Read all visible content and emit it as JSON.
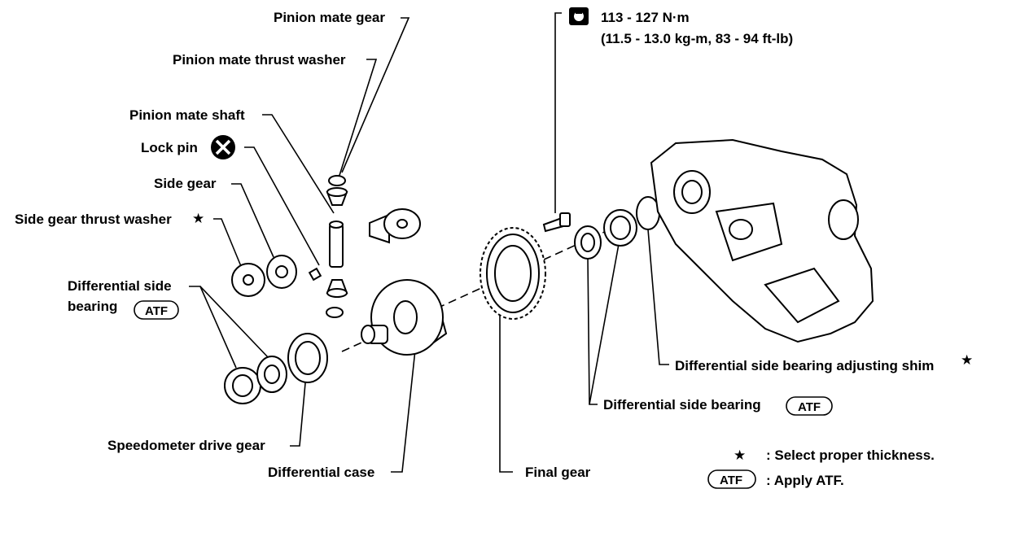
{
  "labels": {
    "pinion_mate_gear": "Pinion mate gear",
    "pinion_mate_thrust_washer": "Pinion mate thrust washer",
    "pinion_mate_shaft": "Pinion mate shaft",
    "lock_pin": "Lock pin",
    "side_gear": "Side gear",
    "side_gear_thrust_washer": "Side gear thrust washer",
    "diff_side_bearing_left_1": "Differential side",
    "diff_side_bearing_left_2": "bearing",
    "speedometer_drive_gear": "Speedometer drive gear",
    "differential_case": "Differential case",
    "final_gear": "Final gear",
    "diff_side_bearing_right": "Differential side bearing",
    "adjusting_shim": "Differential side bearing adjusting shim"
  },
  "torque": {
    "line1": "113 - 127 N·m",
    "line2": "(11.5 - 13.0 kg-m, 83 - 94 ft-lb)"
  },
  "symbols": {
    "star": "★",
    "atf": "ATF"
  },
  "legend": {
    "star_text": ": Select proper thickness.",
    "atf_text": ": Apply ATF."
  }
}
